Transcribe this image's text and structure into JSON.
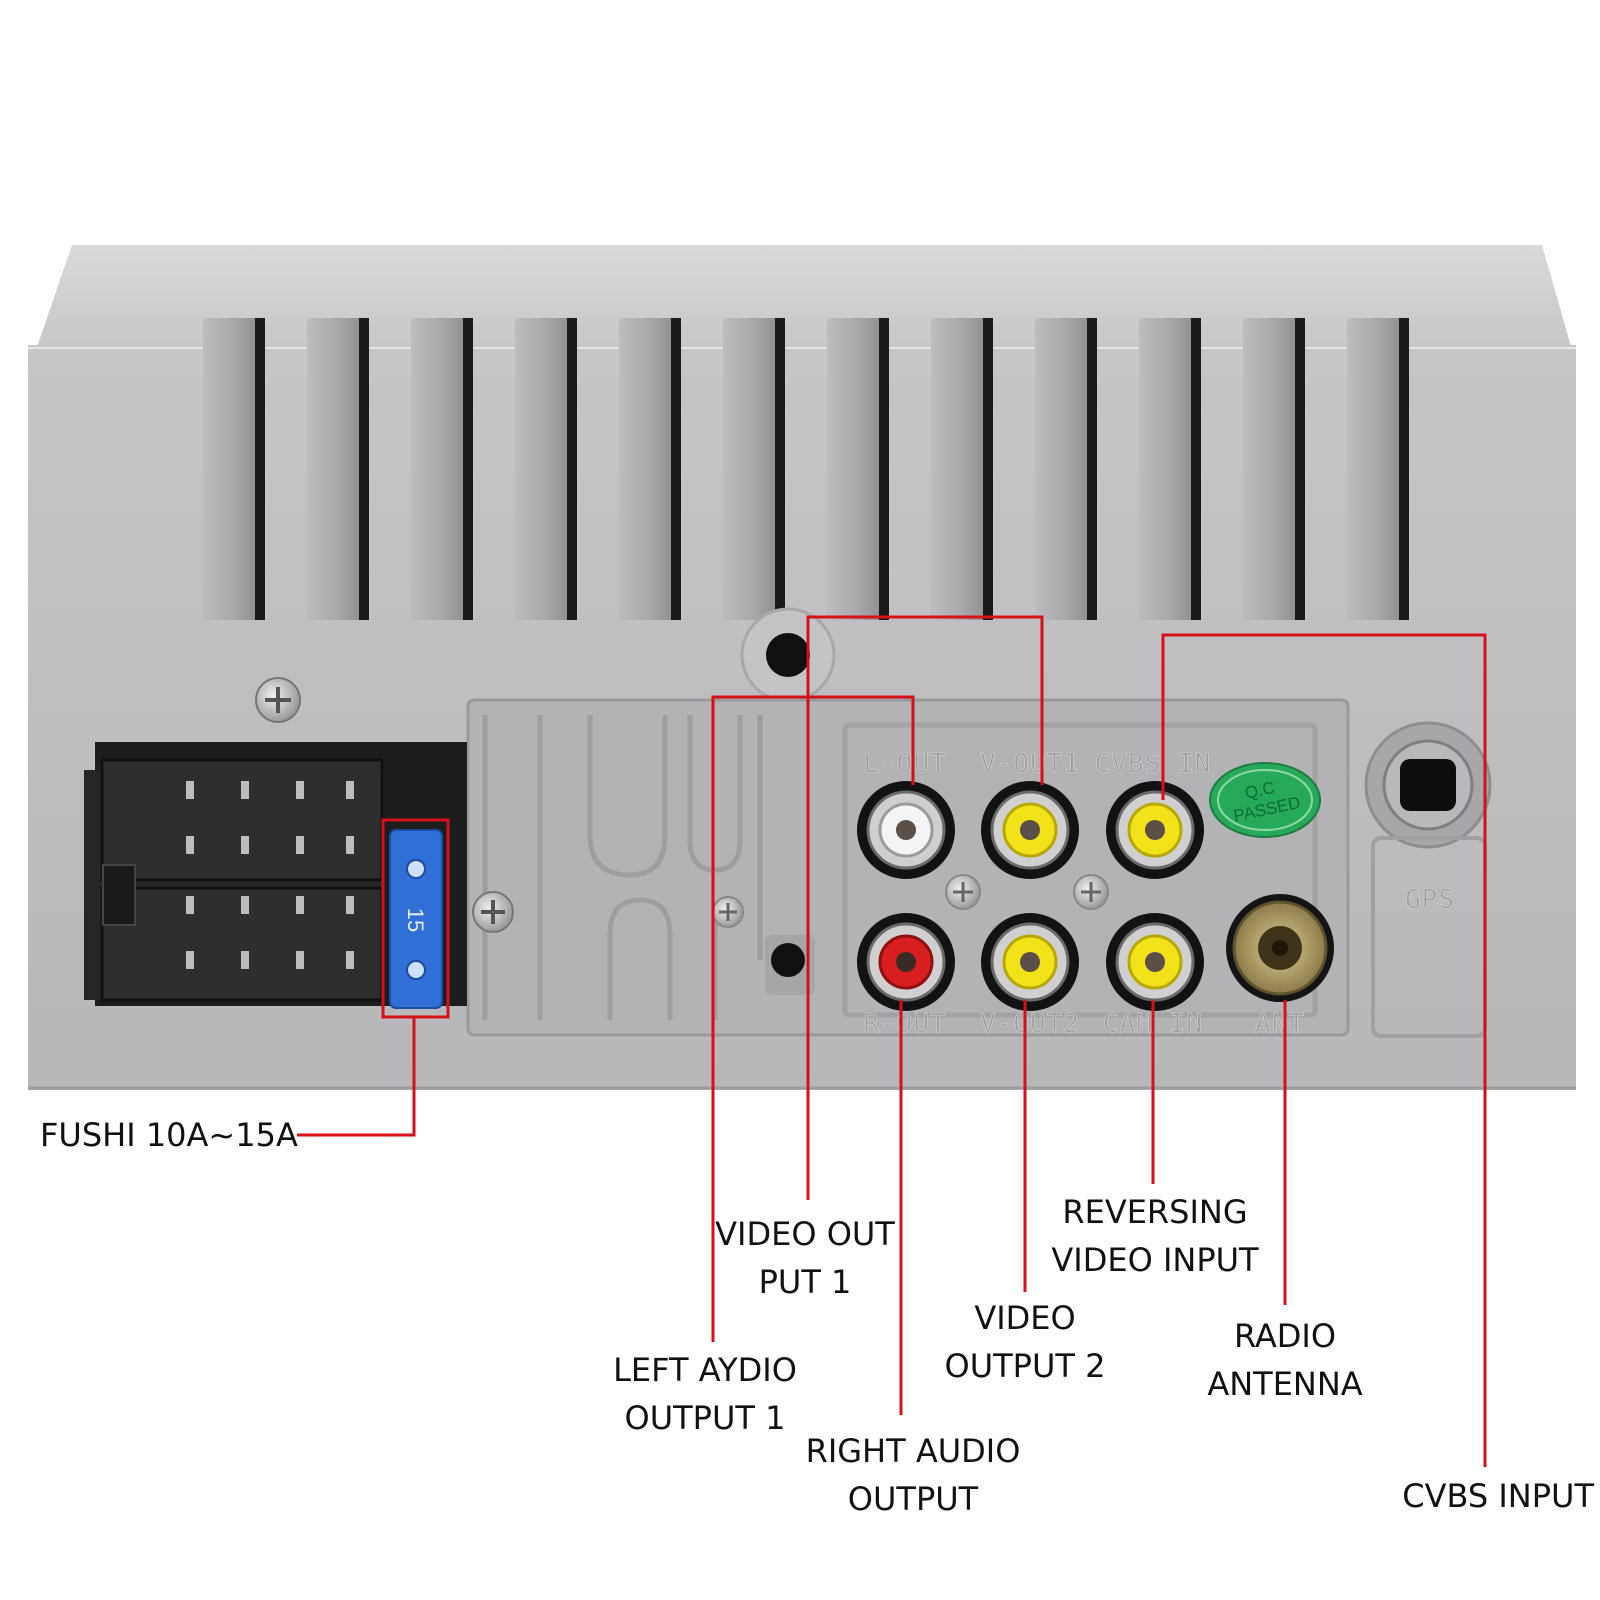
{
  "colors": {
    "panel": "#bcbcbe",
    "leader_line": "#d6101a",
    "rca_yellow": "#f2e21a",
    "rca_red": "#d81e1e",
    "rca_white": "#f4f4f4",
    "fuse_blue": "#2f6fd6",
    "qc_badge": "#27a95a"
  },
  "panel_markings": {
    "l_out": "L-OUT",
    "v_out1": "V-OUT1",
    "cvbs_in": "CVBS IN",
    "r_out": "R-OUT",
    "v_out2": "V-OUT2",
    "cam_in": "CAM IN",
    "ant": "ANT",
    "gps": "GPS",
    "fuse_rating": "15",
    "qc_line1": "Q.C",
    "qc_line2": "PASSED"
  },
  "callouts": {
    "fuse": "FUSHI 10A~15A",
    "video_out_1": [
      "VIDEO OUT",
      "PUT 1"
    ],
    "left_audio": [
      "LEFT AYDIO",
      "OUTPUT 1"
    ],
    "right_audio": [
      "RIGHT AUDIO",
      "OUTPUT"
    ],
    "video_out_2": [
      "VIDEO",
      "OUTPUT 2"
    ],
    "reversing": [
      "REVERSING",
      "VIDEO INPUT"
    ],
    "radio_antenna": [
      "RADIO",
      "ANTENNA"
    ],
    "cvbs_input": "CVBS INPUT"
  },
  "connectors": [
    {
      "id": "l-out",
      "color": "white"
    },
    {
      "id": "v-out1",
      "color": "yellow"
    },
    {
      "id": "cvbs-in",
      "color": "yellow"
    },
    {
      "id": "r-out",
      "color": "red"
    },
    {
      "id": "v-out2",
      "color": "yellow"
    },
    {
      "id": "cam-in",
      "color": "yellow"
    },
    {
      "id": "ant",
      "color": "antenna"
    },
    {
      "id": "gps",
      "color": "gps"
    }
  ]
}
